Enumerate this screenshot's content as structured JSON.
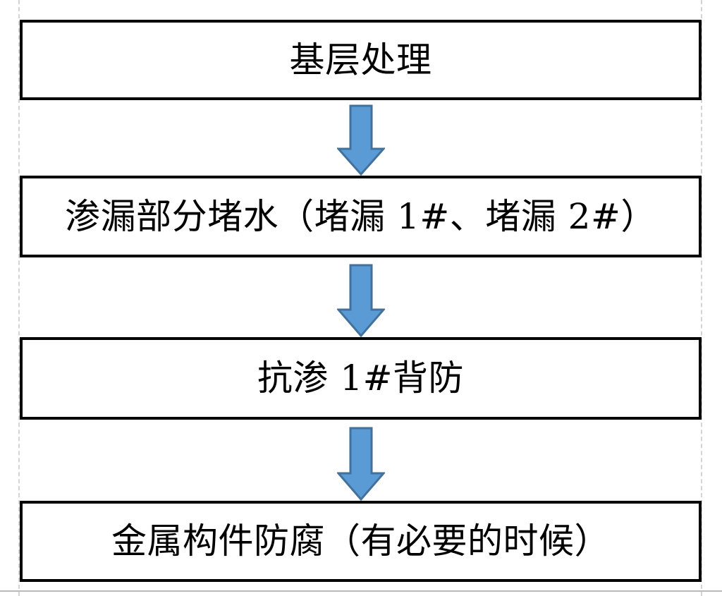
{
  "diagram": {
    "type": "vertical-process-flowchart",
    "orientation": "top-to-bottom",
    "step_count": 4,
    "connector_count": 3,
    "colors": {
      "node_border": "#000000",
      "node_fill": "#ffffff",
      "text": "#000000",
      "arrow_fill": "#5b9bd5",
      "arrow_stroke": "#41719c",
      "guide_line": "#d4d4d4",
      "page_rule": "#b9b9b9"
    },
    "nodes": [
      {
        "id": "node-0",
        "order": 1,
        "label": "基层处理"
      },
      {
        "id": "node-1",
        "order": 2,
        "label": "渗漏部分堵水（堵漏 1#、堵漏 2#）"
      },
      {
        "id": "node-2",
        "order": 3,
        "label": "抗渗 1#背防"
      },
      {
        "id": "node-3",
        "order": 4,
        "label": "金属构件防腐（有必要的时候）"
      }
    ],
    "connectors": [
      {
        "id": "arrow-0",
        "icon": "down-block-arrow-icon",
        "from": "node-0",
        "to": "node-1"
      },
      {
        "id": "arrow-1",
        "icon": "down-block-arrow-icon",
        "from": "node-1",
        "to": "node-2"
      },
      {
        "id": "arrow-2",
        "icon": "down-block-arrow-icon",
        "from": "node-2",
        "to": "node-3"
      }
    ]
  }
}
